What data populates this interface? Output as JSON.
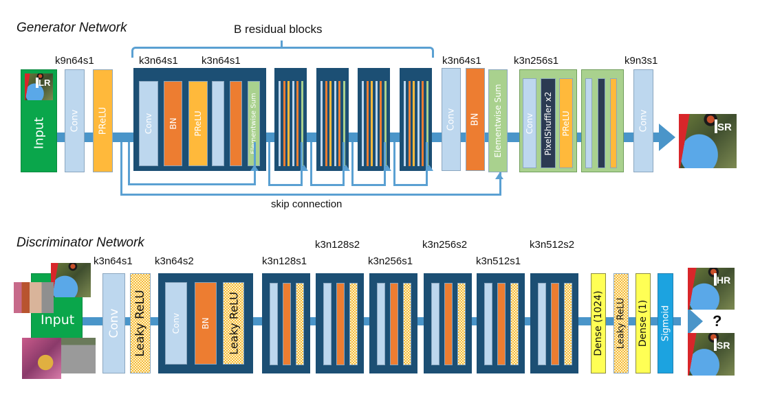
{
  "generator": {
    "title": "Generator Network",
    "brace_label": "B residual blocks",
    "skip_label": "skip connection",
    "input_label": "Input",
    "input_image_label": "LR",
    "output_image_label": "SR",
    "kernel_labels": {
      "first_conv": "k9n64s1",
      "res_conv1": "k3n64s1",
      "res_conv2": "k3n64s1",
      "post_res_conv": "k3n64s1",
      "upsample": "k3n256s1",
      "final_conv": "k9n3s1"
    },
    "layers": {
      "conv": "Conv",
      "prelu": "PReLU",
      "bn": "BN",
      "elementwise_sum": "Elementwise Sum",
      "pixelshuffler": "PixelShuffler x2"
    },
    "residual_block_count_shown": 5,
    "upsample_block_count_shown": 2
  },
  "discriminator": {
    "title": "Discriminator Network",
    "input_label": "Input",
    "hr_label": "HR",
    "sr_label": "SR",
    "question": "?",
    "kernel_labels": [
      "k3n64s1",
      "k3n64s2",
      "k3n128s1",
      "k3n128s2",
      "k3n256s1",
      "k3n256s2",
      "k3n512s1",
      "k3n512s2"
    ],
    "layers": {
      "conv": "Conv",
      "leaky_relu": "Leaky ReLU",
      "bn": "BN",
      "dense_1024": "Dense (1024)",
      "dense_1": "Dense (1)",
      "sigmoid": "Sigmoid"
    }
  },
  "colors": {
    "conv": "#bdd7ee",
    "bn": "#ed7d31",
    "prelu": "#ffb93b",
    "elementwise_sum": "#a9d18e",
    "block": "#1c4f74",
    "input": "#0aa64b",
    "dense": "#ffff55",
    "sigmoid": "#1ca3e0",
    "pipe": "#4a95c9"
  }
}
